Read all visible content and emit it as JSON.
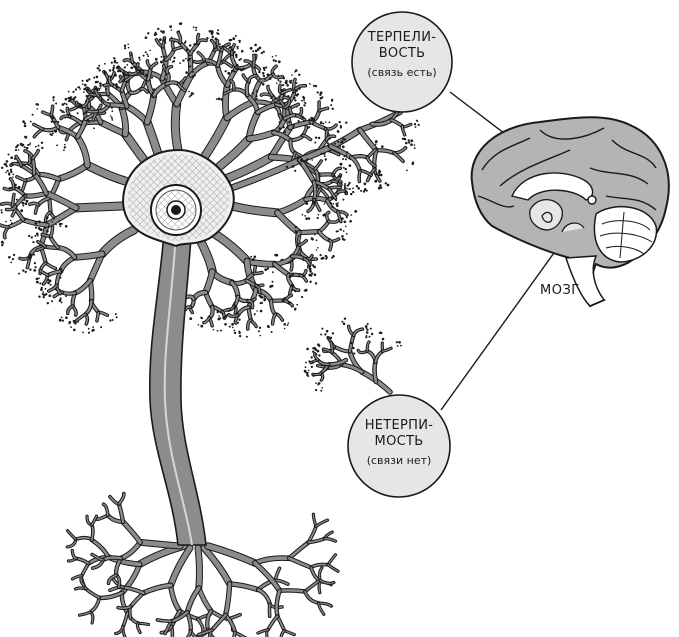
{
  "tolerance": {
    "line1": "ТЕРПЕЛИ-",
    "line2": "ВОСТЬ",
    "note": "(связь есть)"
  },
  "intolerance": {
    "line1": "НЕТЕРПИ-",
    "line2": "МОСТЬ",
    "note": "(связи нет)"
  },
  "brain": {
    "label": "МОЗГ"
  },
  "colors": {
    "ink": "#1a1a1a",
    "neuron_fill": "#8c8c8c",
    "brain_fill": "#b4b4b4",
    "circle_fill": "#e6e6e6",
    "soma_fill": "#efefef"
  }
}
